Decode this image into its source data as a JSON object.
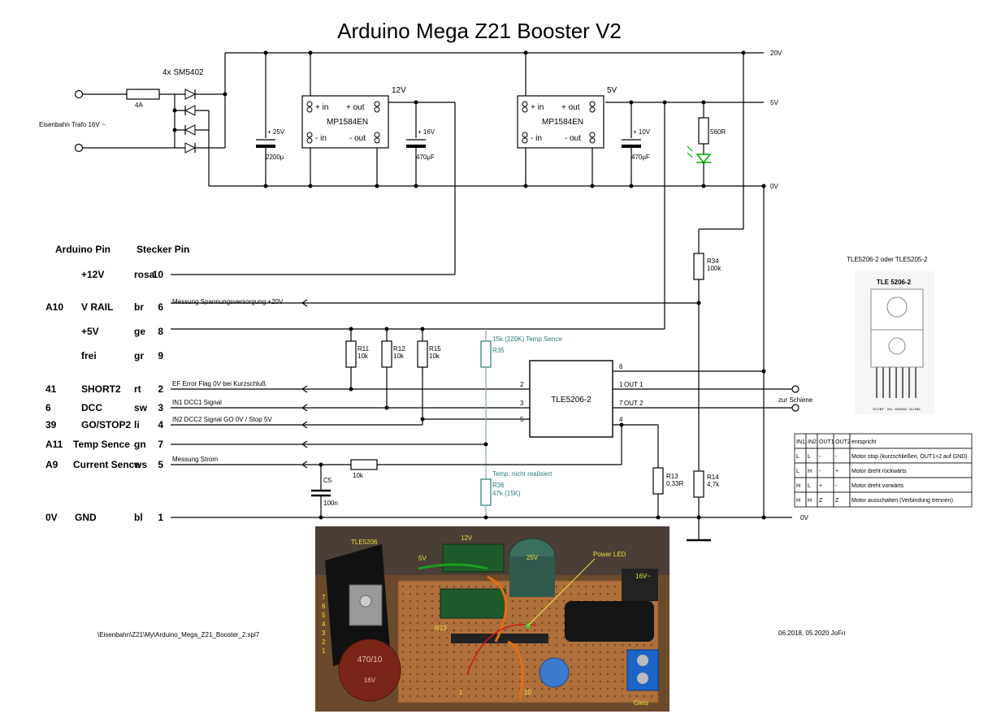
{
  "title": "Arduino Mega Z21 Booster V2",
  "header": {
    "arduino_pin": "Arduino Pin",
    "stecker_pin": "Stecker Pin"
  },
  "rails": {
    "v20": "20V",
    "v5": "5V",
    "v0a": "0V",
    "v0b": "0V"
  },
  "input": {
    "trafo": "Eisenbahn Trafo 16V ~",
    "fuse": "4A",
    "diodes": "4x SM5402"
  },
  "components": {
    "c1": {
      "volt": "+ 25V",
      "val": "2200µ"
    },
    "reg1": {
      "name": "MP1584EN",
      "in_p": "+ in",
      "out_p": "+ out",
      "in_n": "- in",
      "out_n": "- out",
      "volt": "12V"
    },
    "c2": {
      "volt": "+ 16V",
      "val": "470µF"
    },
    "reg2": {
      "name": "MP1584EN",
      "in_p": "+ in",
      "out_p": "+ out",
      "in_n": "- in",
      "out_n": "- out",
      "volt": "5V"
    },
    "c3": {
      "volt": "+ 10V",
      "val": "470µF"
    },
    "r560": "560R",
    "r34": {
      "name": "R34",
      "val": "100k"
    },
    "r11": {
      "name": "R11",
      "val": "10k"
    },
    "r12": {
      "name": "R12",
      "val": "10k"
    },
    "r15": {
      "name": "R15",
      "val": "10k"
    },
    "r35": {
      "name": "R35",
      "note": "15k (220K) Temp Sence"
    },
    "r36": {
      "name": "R36",
      "val": "47k  (15K)",
      "note": "Temp. nicht realisiert"
    },
    "r10k": "10k",
    "c5": {
      "name": "C5",
      "val": "100n"
    },
    "r13": {
      "name": "R13",
      "val": "0,33R"
    },
    "r14": {
      "name": "R14",
      "val": "4,7k"
    },
    "ic": {
      "name": "TLE5206-2",
      "p1": "1",
      "p2": "2",
      "p3": "3",
      "p4": "4",
      "p5": "5",
      "p6": "6",
      "p7": "7",
      "out1": "OUT 1",
      "out2": "OUT 2"
    },
    "schiene": "zur Schiene"
  },
  "pins": [
    {
      "ard": "",
      "sig": "+12V",
      "col": "rosa",
      "num": "10",
      "note": ""
    },
    {
      "ard": "A10",
      "sig": "V RAIL",
      "col": "br",
      "num": "6",
      "note": "Messung Spannungsversorgung +20V"
    },
    {
      "ard": "",
      "sig": "+5V",
      "col": "ge",
      "num": "8",
      "note": ""
    },
    {
      "ard": "",
      "sig": "frei",
      "col": "gr",
      "num": "9",
      "note": ""
    },
    {
      "ard": "41",
      "sig": "SHORT2",
      "col": "rt",
      "num": "2",
      "note": "EF Error Flag 0V bei Kurzschluß"
    },
    {
      "ard": "6",
      "sig": "DCC",
      "col": "sw",
      "num": "3",
      "note": "IN1 DCC1 Signal"
    },
    {
      "ard": "39",
      "sig": "GO/STOP2",
      "col": "li",
      "num": "4",
      "note": "IN2 DCC2 Signal  GO 0V / Stop 5V"
    },
    {
      "ard": "A11",
      "sig": "Temp Sence",
      "col": "gn",
      "num": "7",
      "note": ""
    },
    {
      "ard": "A9",
      "sig": "Current Sence",
      "col": "ws",
      "num": "5",
      "note": "Messung Strom"
    },
    {
      "ard": "0V",
      "sig": "GND",
      "col": "bl",
      "num": "1",
      "note": ""
    }
  ],
  "datasheet": {
    "caption": "TLE5206-2 oder TLE5205-2",
    "chip": "TLE 5206-2",
    "pin_labels": [
      "OUT1",
      "EF",
      "IN1",
      "GND",
      "IN2",
      "OUT2",
      "Vs"
    ],
    "table_header": [
      "IN1",
      "IN2",
      "OUT1",
      "OUT2",
      "entspricht"
    ],
    "table_rows": [
      [
        "L",
        "L",
        "-",
        "-",
        "Motor stop (kurzschließen, OUT1+2 auf GND)"
      ],
      [
        "L",
        "H",
        "-",
        "+",
        "Motor dreht rückwärts"
      ],
      [
        "H",
        "L",
        "+",
        "-",
        "Motor dreht vorwärts"
      ],
      [
        "H",
        "H",
        "Z",
        "Z",
        "Motor ausschalten (Verbindung trennen)"
      ]
    ]
  },
  "photo": {
    "labels": {
      "tle": "TLE5206",
      "v12": "12V",
      "v5": "5V",
      "pwr": "Power LED",
      "v16": "16V~",
      "r13": "R13",
      "one": "1",
      "ten": "10",
      "gleis": "Gleis",
      "cap_big": "470/10",
      "cap_sub": "16V",
      "cap_small": "25V"
    },
    "pin_digits": [
      "7",
      "6",
      "5",
      "4",
      "3",
      "2",
      "1"
    ]
  },
  "footer": {
    "path": "\\Eisenbahn\\Z21\\My\\Arduino_Mega_Z21_Booster_2.spl7",
    "date": "06.2018,   05.2020 JoFri"
  }
}
